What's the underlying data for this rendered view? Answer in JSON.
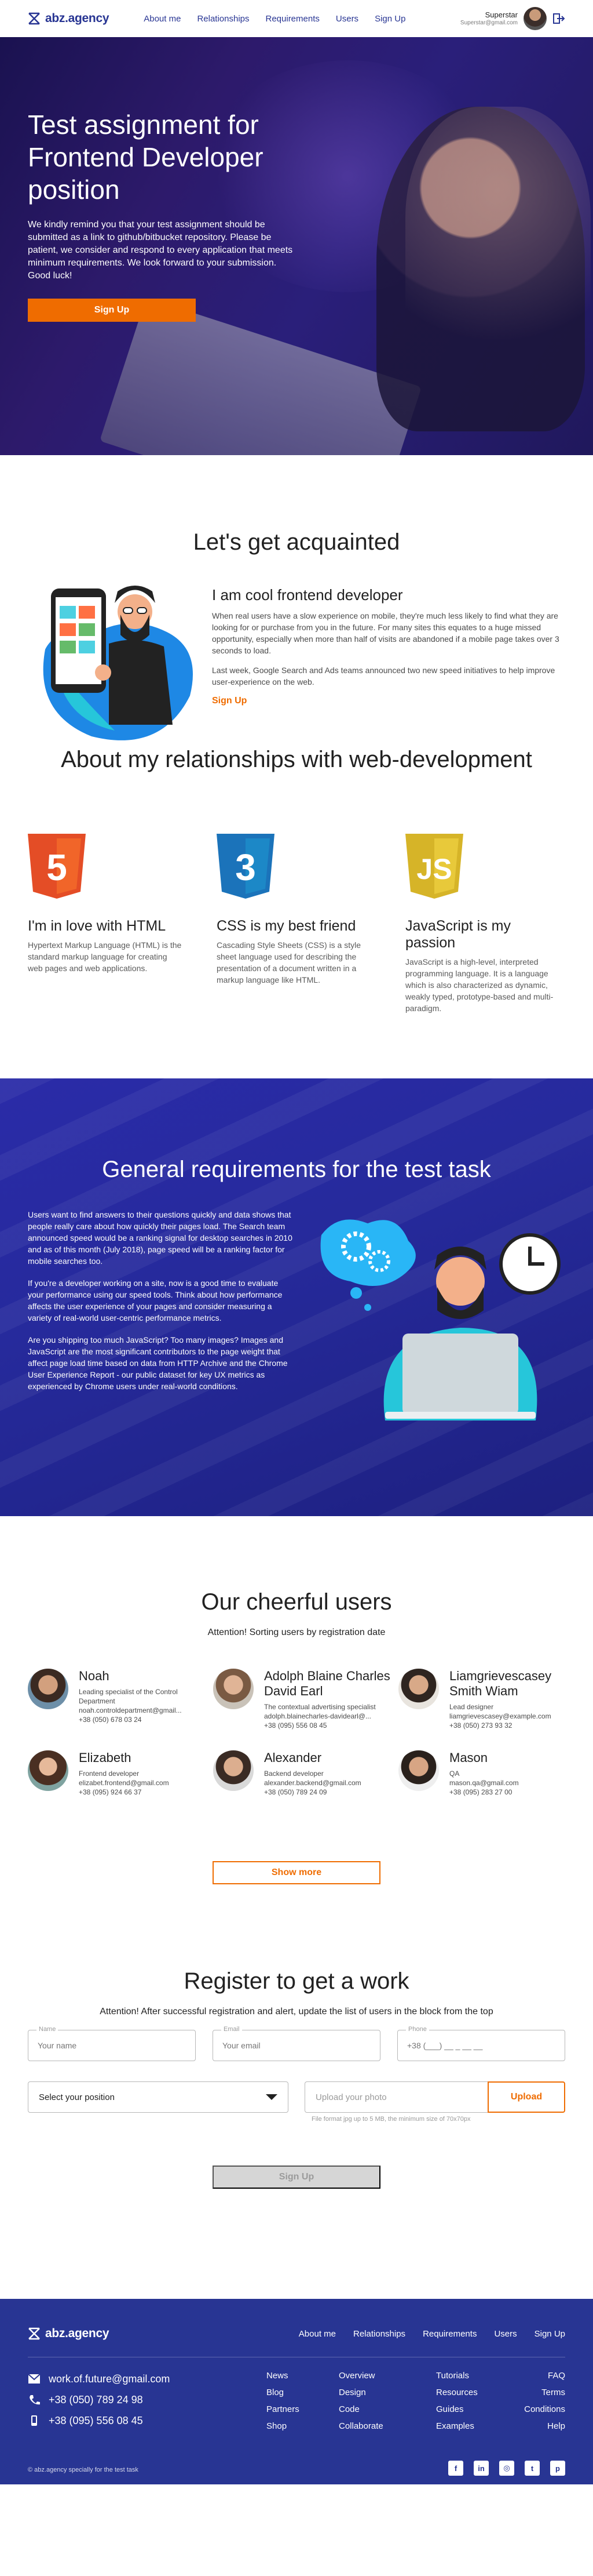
{
  "header": {
    "logo_text": "abz.agency",
    "nav": [
      "About me",
      "Relationships",
      "Requirements",
      "Users",
      "Sign Up"
    ],
    "user_name": "Superstar",
    "user_email": "Superstar@gmail.com"
  },
  "hero": {
    "title": "Test assignment for Frontend Developer position",
    "text": "We kindly remind you that your test assignment should be submitted as a link to github/bitbucket repository. Please be patient, we consider and respond to every application that meets minimum requirements. We look forward to your submission. Good luck!",
    "button": "Sign Up"
  },
  "acquaint": {
    "title": "Let's get acquainted",
    "heading": "I am cool frontend developer",
    "p1": "When real users have a slow experience on mobile, they're much less likely to find what they are looking for or purchase from you in the future. For many sites this equates to a huge missed opportunity, especially when more than half of visits are abandoned if a mobile page takes over 3 seconds to load.",
    "p2": "Last week, Google Search and Ads teams announced two new speed initiatives to help improve user-experience on the web.",
    "link": "Sign Up"
  },
  "relationships": {
    "title": "About my relationships with web-development",
    "items": [
      {
        "heading": "I'm in love with HTML",
        "text": "Hypertext Markup Language (HTML) is the standard markup language for creating web pages and web applications.",
        "icon": "html5-icon",
        "color": "#e44d26",
        "glyph": "5"
      },
      {
        "heading": "CSS is my best friend",
        "text": "Cascading Style Sheets (CSS) is a style sheet language used for describing the presentation of a document written in a markup language like HTML.",
        "icon": "css3-icon",
        "color": "#1b73ba",
        "glyph": "3"
      },
      {
        "heading": "JavaScript is my passion",
        "text": "JavaScript is a high-level, interpreted programming language. It is a language which is also characterized as dynamic, weakly typed, prototype-based and multi-paradigm.",
        "icon": "js-icon",
        "color": "#d6b428",
        "glyph": "JS"
      }
    ]
  },
  "requirements": {
    "title": "General requirements for the test task",
    "p1": "Users want to find answers to their questions quickly and data shows that people really care about how quickly their pages load. The Search team announced speed would be a ranking signal for desktop searches in 2010 and as of this month (July 2018), page speed will be a ranking factor for mobile searches too.",
    "p2": "If you're a developer working on a site, now is a good time to evaluate your performance using our speed tools. Think about how performance affects the user experience of your pages and consider measuring a variety of real-world user-centric performance metrics.",
    "p3": "Are you shipping too much JavaScript? Too many images? Images and JavaScript are the most significant contributors to the page weight that affect page load time based on data from HTTP Archive and the Chrome User Experience Report - our public dataset for key UX metrics as experienced by Chrome users under real-world conditions."
  },
  "users": {
    "title": "Our cheerful users",
    "subtitle": "Attention! Sorting users by registration date",
    "list": [
      {
        "name": "Noah",
        "position": "Leading specialist of the Control Department",
        "email": "noah.controldepartment@gmail...",
        "phone": "+38 (050) 678 03 24"
      },
      {
        "name": "Adolph Blaine Charles David Earl",
        "position": "The contextual advertising specialist",
        "email": "adolph.blainecharles-davidearl@...",
        "phone": "+38 (095) 556 08 45"
      },
      {
        "name": "Liamgrievescasey Smith Wiam",
        "position": "Lead designer",
        "email": "liamgrievescasey@example.com",
        "phone": "+38 (050) 273 93 32"
      },
      {
        "name": "Elizabeth",
        "position": "Frontend developer",
        "email": "elizabet.frontend@gmail.com",
        "phone": "+38 (095) 924 66 37"
      },
      {
        "name": "Alexander",
        "position": "Backend developer",
        "email": "alexander.backend@gmail.com",
        "phone": "+38 (050) 789 24 09"
      },
      {
        "name": "Mason",
        "position": "QA",
        "email": "mason.qa@gmail.com",
        "phone": "+38 (095) 283 27 00"
      }
    ],
    "show_more": "Show more"
  },
  "register": {
    "title": "Register to get a work",
    "subtitle": "Attention! After successful registration and alert, update the list of users in the block from the top",
    "name_label": "Name",
    "name_placeholder": "Your name",
    "email_label": "Email",
    "email_placeholder": "Your email",
    "phone_label": "Phone",
    "phone_placeholder": "+38 (___) __ _ __ __",
    "select_value": "Select your position",
    "upload_placeholder": "Upload your photo",
    "upload_button": "Upload",
    "hint": "File format jpg up to 5 MB, the minimum size of 70x70px",
    "submit": "Sign Up"
  },
  "footer": {
    "logo_text": "abz.agency",
    "nav": [
      "About me",
      "Relationships",
      "Requirements",
      "Users",
      "Sign Up"
    ],
    "email": "work.of.future@gmail.com",
    "phone1": "+38 (050) 789 24 98",
    "phone2": "+38 (095) 556 08 45",
    "col1": [
      "News",
      "Blog",
      "Partners",
      "Shop"
    ],
    "col2": [
      "Overview",
      "Design",
      "Code",
      "Collaborate"
    ],
    "col3": [
      "Tutorials",
      "Resources",
      "Guides",
      "Examples"
    ],
    "col4": [
      "FAQ",
      "Terms",
      "Conditions",
      "Help"
    ],
    "copyright": "© abz.agency specially for the test task",
    "social": [
      {
        "icon": "facebook-icon",
        "glyph": "f"
      },
      {
        "icon": "linkedin-icon",
        "glyph": "in"
      },
      {
        "icon": "instagram-icon",
        "glyph": "◎"
      },
      {
        "icon": "twitter-icon",
        "glyph": "t"
      },
      {
        "icon": "pinterest-icon",
        "glyph": "p"
      }
    ]
  },
  "colors": {
    "primary": "#283593",
    "accent": "#ef6c00"
  }
}
